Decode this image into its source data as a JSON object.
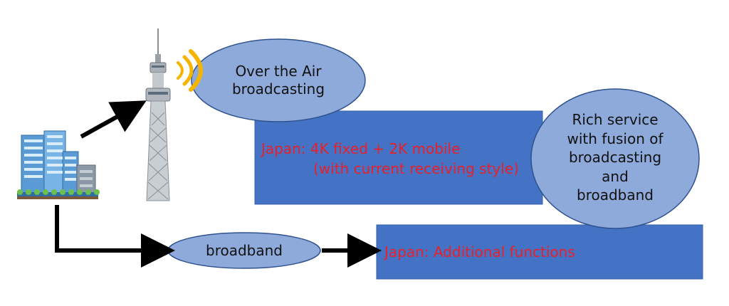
{
  "diagram": {
    "ota_label_line1": "Over the Air",
    "ota_label_line2": "broadcasting",
    "broadband_label": "broadband",
    "japan_main_line1": "Japan: 4K fixed + 2K mobile",
    "japan_main_line2": "(with current receiving style)",
    "japan_additional": "Japan: Additional functions",
    "rich_service_lines": [
      "Rich service",
      "with fusion of",
      "broadcasting",
      "and",
      "broadband"
    ]
  },
  "colors": {
    "rect_fill": "#4472c4",
    "ellipse_fill": "#8eaadb",
    "ellipse_stroke": "#2f528f",
    "accent_text": "#e8202a",
    "signal_wave": "#f5b400",
    "arrow": "#000000"
  },
  "icons": {
    "broadcast_tower": "tower-icon",
    "office_buildings": "buildings-icon",
    "radio_waves": "signal-waves-icon"
  }
}
